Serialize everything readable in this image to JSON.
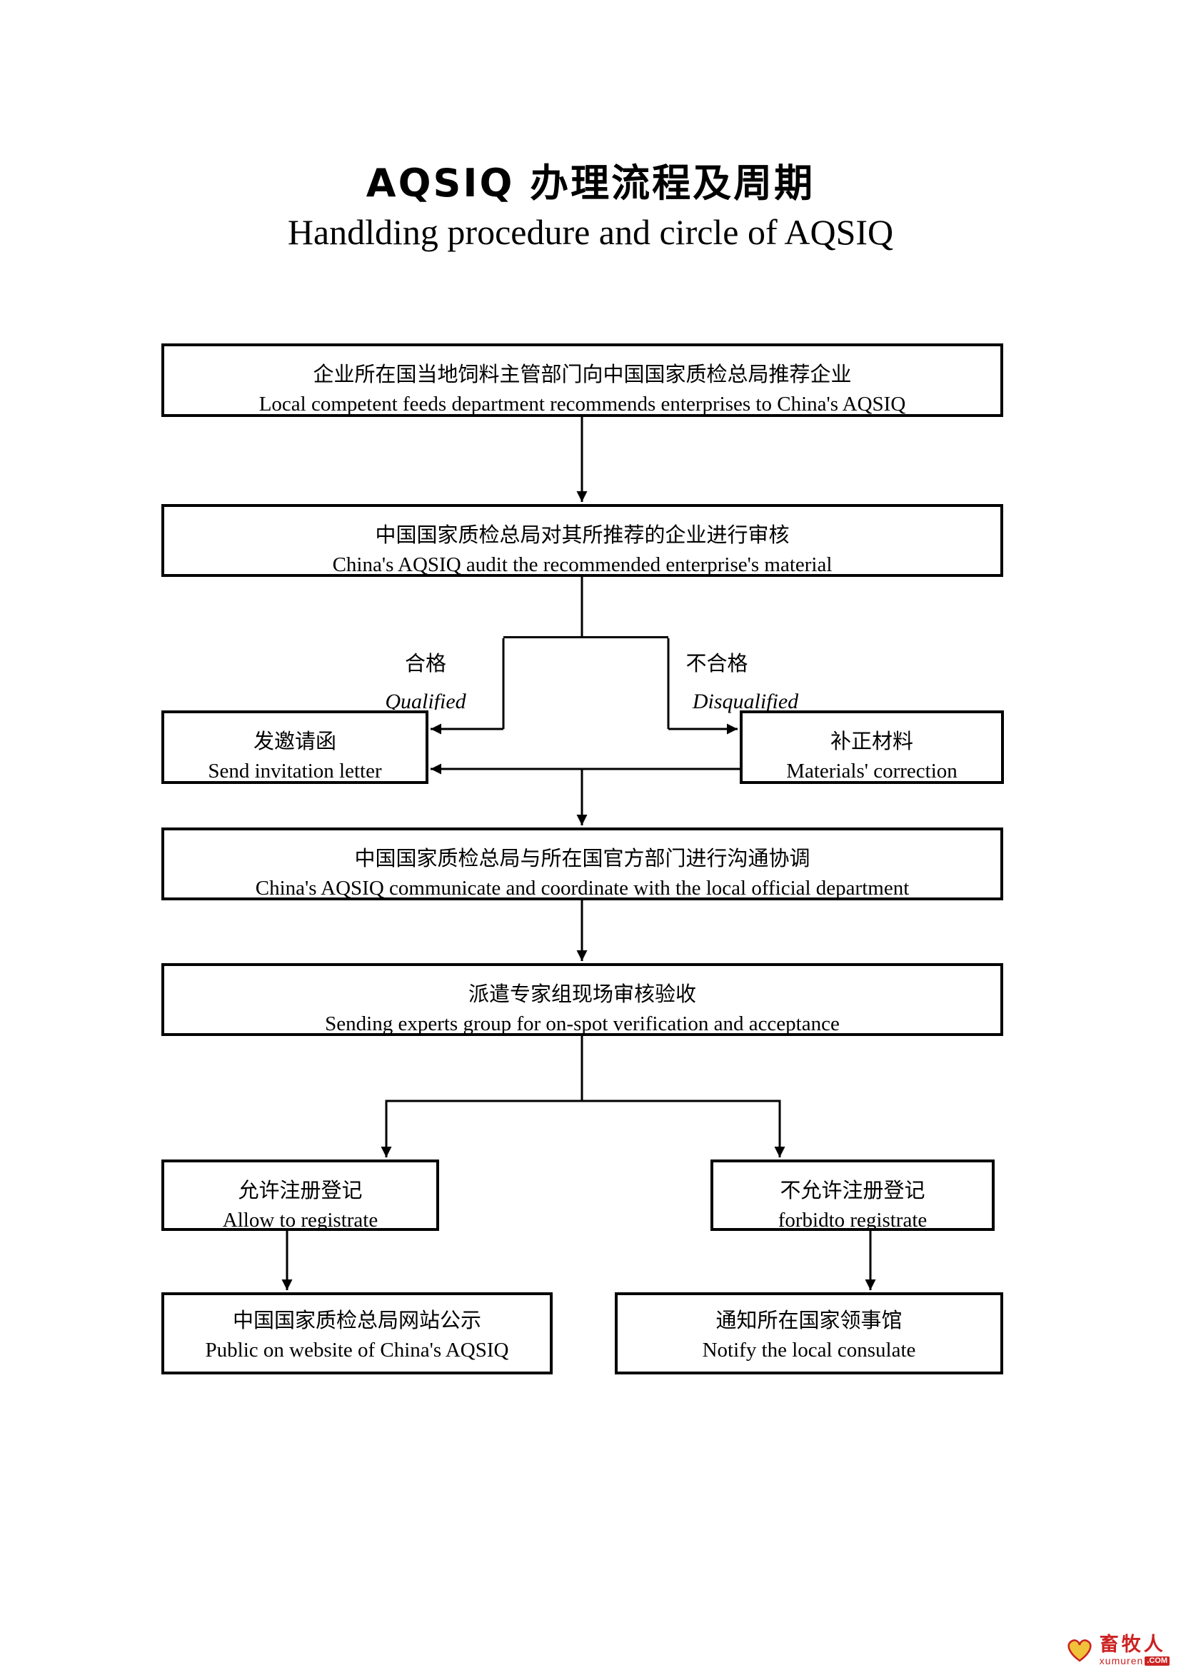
{
  "page": {
    "title_zh": "AQSIQ 办理流程及周期",
    "title_en": "Handlding procedure and circle of AQSIQ"
  },
  "flowchart": {
    "recommend": {
      "zh": "企业所在国当地饲料主管部门向中国国家质检总局推荐企业",
      "en": "Local competent feeds department recommends enterprises to China's AQSIQ"
    },
    "audit": {
      "zh": "中国国家质检总局对其所推荐的企业进行审核",
      "en": "China's AQSIQ audit the recommended enterprise's material"
    },
    "qualified_label": {
      "zh": "合格",
      "en": "Qualified"
    },
    "disqualified_label": {
      "zh": "不合格",
      "en": "Disqualified"
    },
    "invitation": {
      "zh": "发邀请函",
      "en": "Send invitation letter"
    },
    "correction": {
      "zh": "补正材料",
      "en": "Materials' correction"
    },
    "coordinate": {
      "zh": "中国国家质检总局与所在国官方部门进行沟通协调",
      "en": "China's AQSIQ communicate and coordinate with the local official department"
    },
    "experts": {
      "zh": "派遣专家组现场审核验收",
      "en": "Sending experts group for on-spot verification and acceptance"
    },
    "allow": {
      "zh": "允许注册登记",
      "en": "Allow to registrate"
    },
    "forbid": {
      "zh": "不允许注册登记",
      "en": "forbidto registrate"
    },
    "publish": {
      "zh": "中国国家质检总局网站公示",
      "en": "Public on website of China's AQSIQ"
    },
    "notify": {
      "zh": "通知所在国家领事馆",
      "en": "Notify the local consulate"
    }
  },
  "watermark": {
    "brand": "畜牧人",
    "domain": "xumuren",
    "tld": ".COM",
    "brand_color": "#cc2222",
    "icon_color": "#f0c23a"
  }
}
